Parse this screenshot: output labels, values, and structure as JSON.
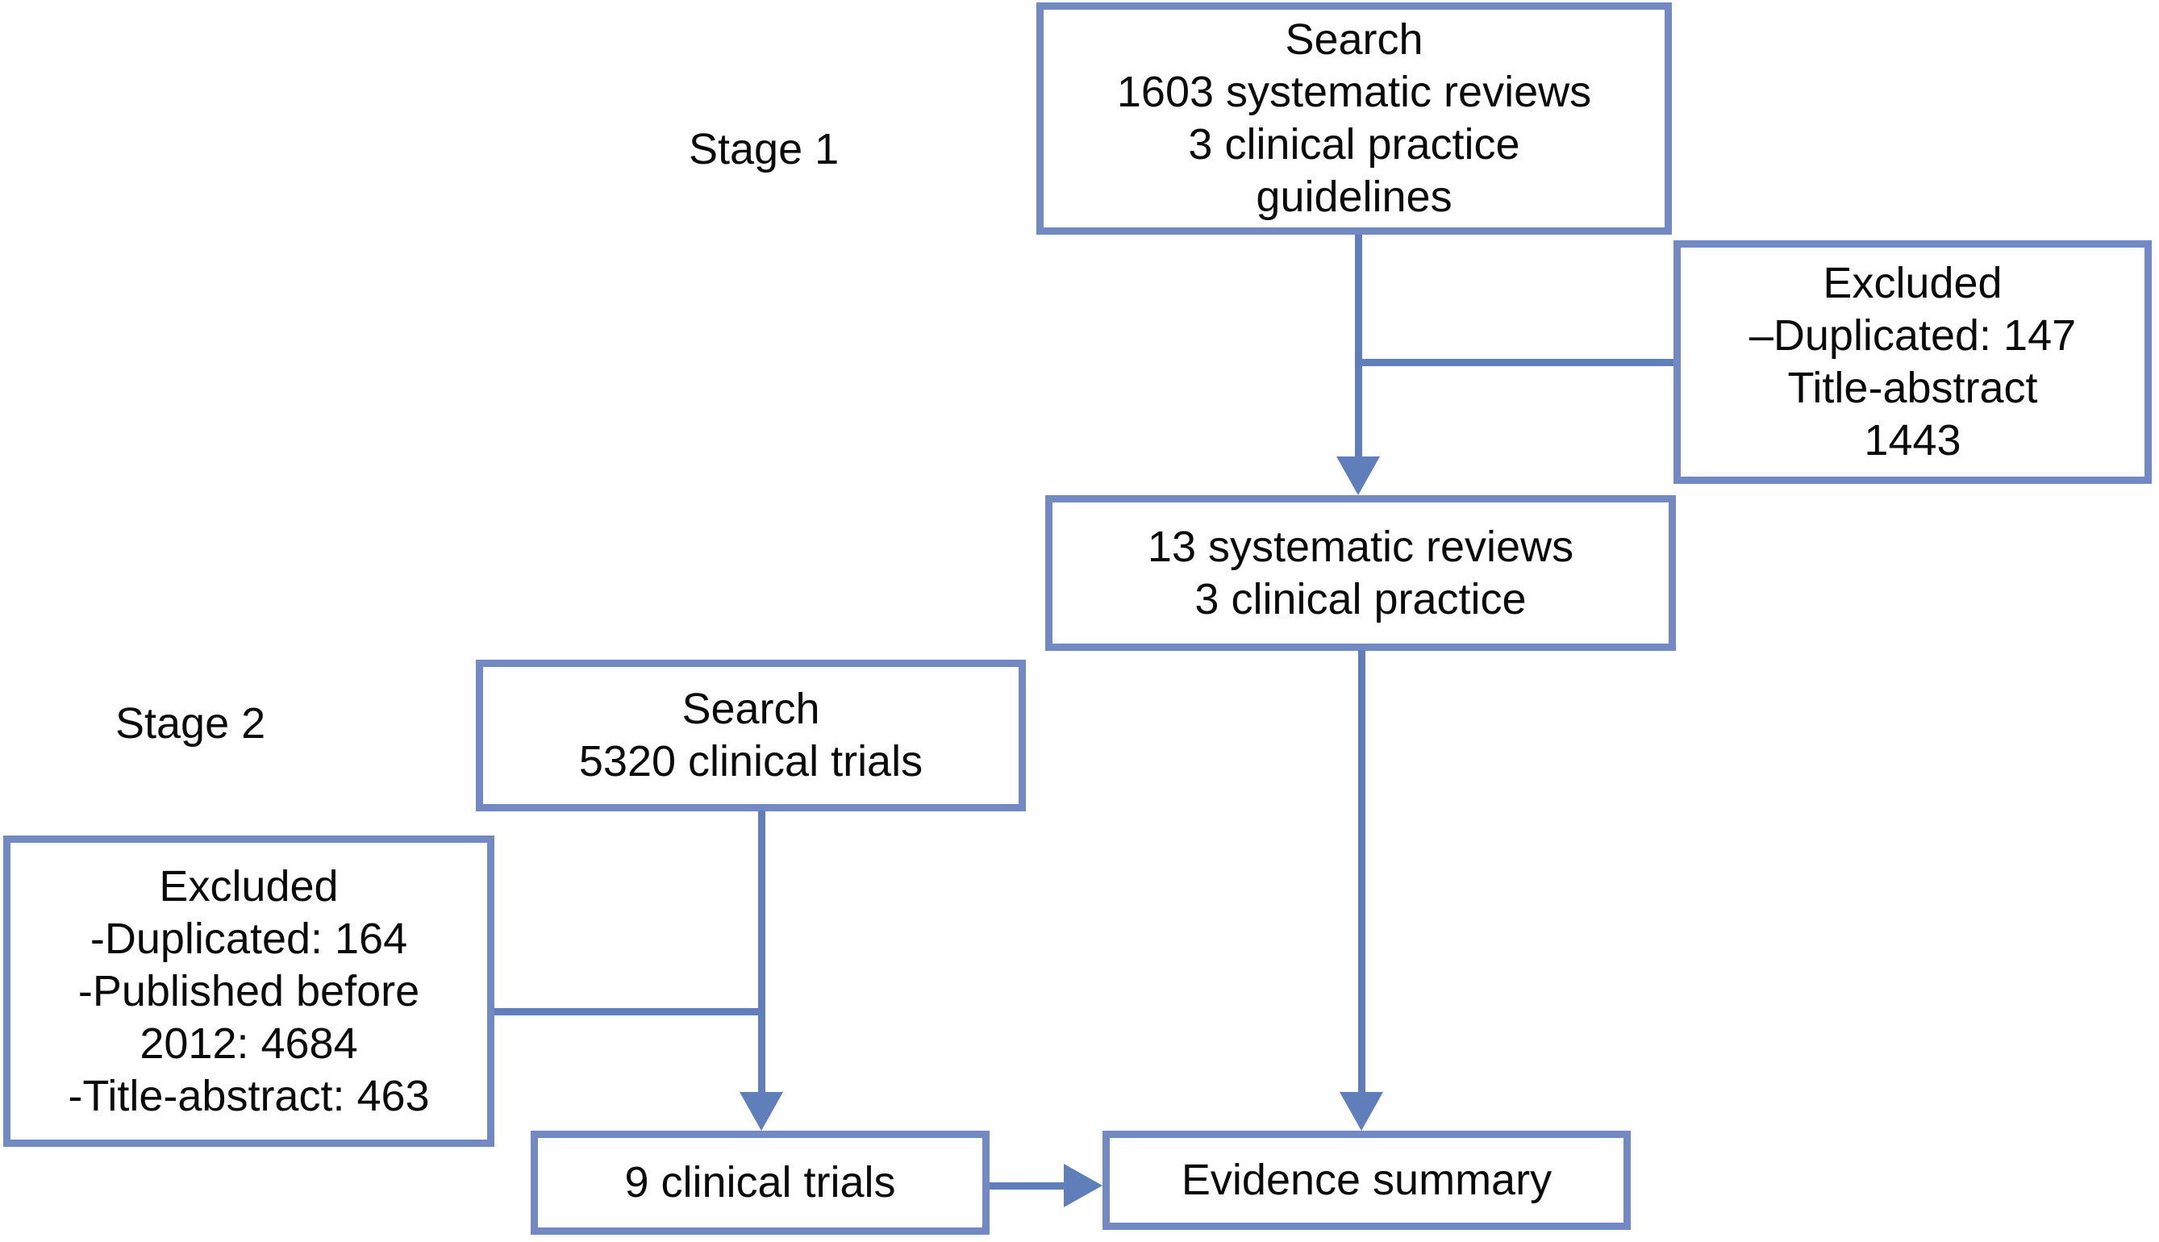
{
  "colors": {
    "box-border": "#7289c4",
    "connector": "#607eba",
    "text": "#0a0a0a",
    "background": "#ffffff"
  },
  "stages": {
    "stage1": "Stage 1",
    "stage2": "Stage 2"
  },
  "boxes": {
    "search_stage1": {
      "lines": [
        "Search",
        "1603 systematic reviews",
        "3 clinical practice",
        "guidelines"
      ]
    },
    "excluded_stage1": {
      "lines": [
        "Excluded",
        "–Duplicated: 147",
        "Title-abstract",
        "1443"
      ]
    },
    "included_stage1": {
      "lines": [
        "13 systematic reviews",
        "3 clinical practice"
      ]
    },
    "search_stage2": {
      "lines": [
        "Search",
        "5320 clinical trials"
      ]
    },
    "excluded_stage2": {
      "lines": [
        "Excluded",
        "-Duplicated: 164",
        "-Published before",
        "2012: 4684",
        "-Title-abstract: 463"
      ]
    },
    "included_stage2": {
      "lines": [
        "9 clinical trials"
      ]
    },
    "evidence_summary": {
      "lines": [
        "Evidence summary"
      ]
    }
  }
}
